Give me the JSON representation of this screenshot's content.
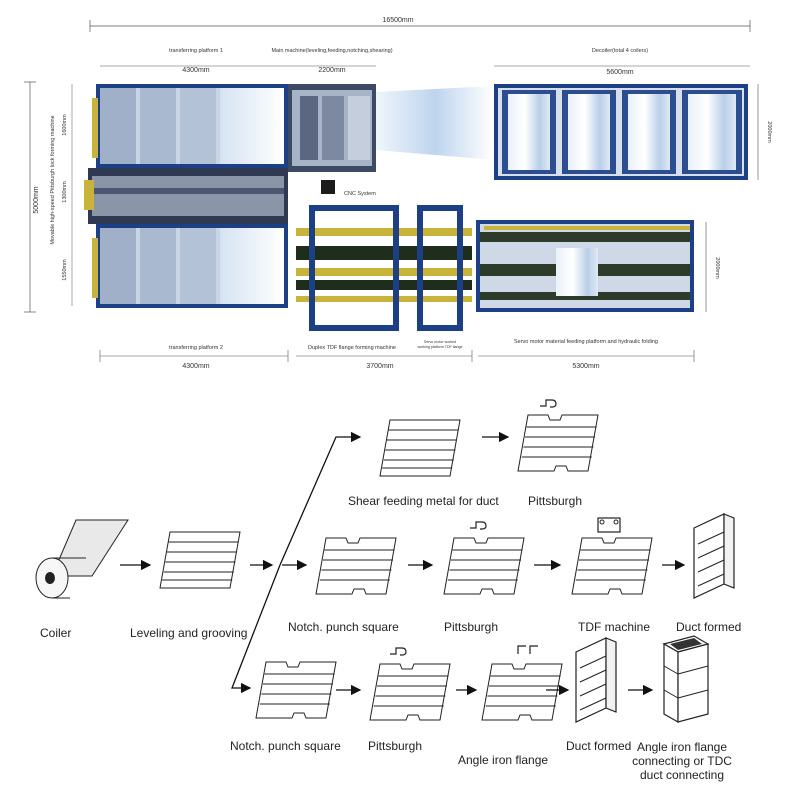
{
  "layout": {
    "total_width": "16500mm",
    "total_height": "5000mm",
    "upper": {
      "platform1_label": "transferring platform 1",
      "platform1_width": "4300mm",
      "main_machine_label": "Main machine(leveling,feeding,notching,shearing)",
      "main_machine_width": "2200mm",
      "decoiler_label": "Decoiler(total 4 coilers)",
      "decoiler_width": "5600mm",
      "decoiler_height": "2000mm",
      "h1": "1600mm",
      "h2": "1300mm",
      "h3": "1550mm",
      "side_label": "Movable high-speed Pittsburgh lock forming machine"
    },
    "cnc_label": "CNC System",
    "lower": {
      "platform2_label": "transferring platform 2",
      "platform2_width": "4300mm",
      "tdf_label": "Duplex TDF flange forming machine",
      "tdf_width": "3700mm",
      "small_label_1": "Servo motor worked",
      "small_label_2": "working platform TDF flange",
      "servo_label": "Servo motor material feeding platform and hydraulic folding",
      "servo_width": "5300mm",
      "servo_height": "2000mm"
    }
  },
  "flow": {
    "coiler": "Coiler",
    "leveling": "Leveling and grooving",
    "row1": {
      "shear": "Shear feeding metal for duct",
      "pittsburgh": "Pittsburgh"
    },
    "row2": {
      "notch": "Notch. punch square",
      "pittsburgh": "Pittsburgh",
      "tdf": "TDF  machine",
      "duct": "Duct formed"
    },
    "row3": {
      "notch": "Notch. punch square",
      "pittsburgh": "Pittsburgh",
      "angle": "Angle iron flange",
      "duct": "Duct formed",
      "connect_1": "Angle iron flange",
      "connect_2": "connecting or TDC",
      "connect_3": "duct connecting"
    }
  }
}
